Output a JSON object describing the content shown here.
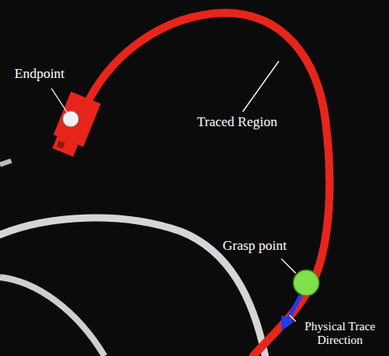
{
  "diagram": {
    "labels": [
      "Endpoint",
      "Traced Region",
      "Grasp point",
      "Physical Trace Direction"
    ]
  }
}
